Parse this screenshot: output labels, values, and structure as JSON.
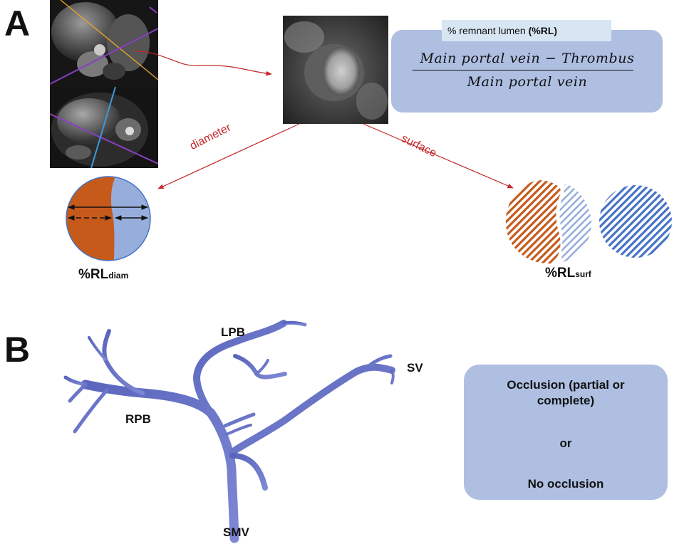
{
  "panel_a": {
    "letter": "A",
    "formula": {
      "label_text": "% remnant lumen ",
      "label_bold": "(%RL)",
      "numerator": "Main portal vein − Thrombus",
      "denominator": "Main portal vein"
    },
    "arrow_labels": {
      "diameter": "diameter",
      "surface": "surface"
    },
    "result_diam": {
      "main": "%RL",
      "sub": "diam"
    },
    "result_surf": {
      "main": "%RL",
      "sub": "surf"
    }
  },
  "panel_b": {
    "letter": "B",
    "vessels": {
      "lpb": "LPB",
      "rpb": "RPB",
      "sv": "SV",
      "smv": "SMV"
    },
    "outcome_box": {
      "line1": "Occlusion (partial or complete)",
      "or": "or",
      "line2": "No occlusion"
    }
  },
  "colors": {
    "thrombus_orange": "#c55a1b",
    "lumen_blue": "#97aedd",
    "hatch_blue": "#4472c4",
    "box_fill": "#aebfe2",
    "arrow_red": "#c3282a",
    "vein_blue": "#6b76c6"
  }
}
